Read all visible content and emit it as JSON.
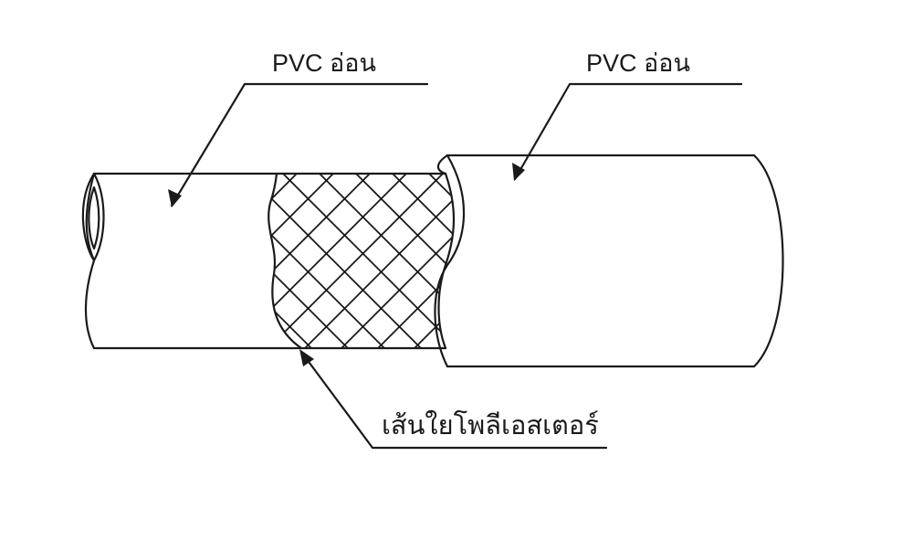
{
  "labels": {
    "inner_layer": "PVC อ่อน",
    "outer_layer": "PVC อ่อน",
    "reinforcement": "เส้นใยโพลีเอสเตอร์"
  },
  "colors": {
    "line": "#1a1a1a",
    "background": "#ffffff"
  }
}
